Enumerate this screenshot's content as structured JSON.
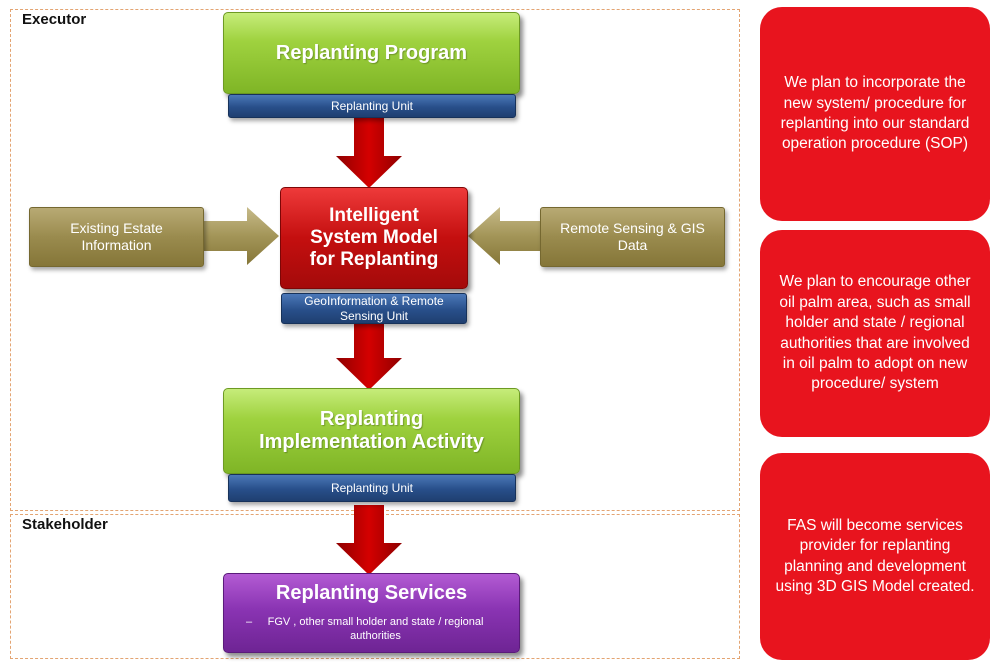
{
  "sections": {
    "executor_label": "Executor",
    "stakeholder_label": "Stakeholder"
  },
  "flow": {
    "replanting_program": "Replanting Program",
    "replanting_unit_1": "Replanting Unit",
    "intelligent_model": "Intelligent System Model for Replanting",
    "geoinfo_unit": "GeoInformation & Remote Sensing Unit",
    "implementation": "Replanting Implementation Activity",
    "replanting_unit_2": "Replanting Unit",
    "services": "Replanting Services",
    "services_sub": "FGV , other small holder  and state / regional authorities"
  },
  "inputs": {
    "existing_estate": "Existing Estate Information",
    "remote_sensing": "Remote Sensing & GIS Data"
  },
  "notes": [
    "We plan to incorporate the new system/ procedure  for replanting into our standard operation procedure  (SOP)",
    "We plan to encourage other oil palm area, such as small holder and state / regional authorities that are involved in oil palm to adopt on new procedure/  system",
    "FAS will become services provider for replanting planning and development  using 3D GIS Model created."
  ],
  "colors": {
    "green": "#9fd23f",
    "red": "#c40f0f",
    "purple": "#8a34b3",
    "olive": "#9a8b4e",
    "blue": "#284f8a",
    "note_red": "#e8141e",
    "arrow_red": "#c00000"
  }
}
